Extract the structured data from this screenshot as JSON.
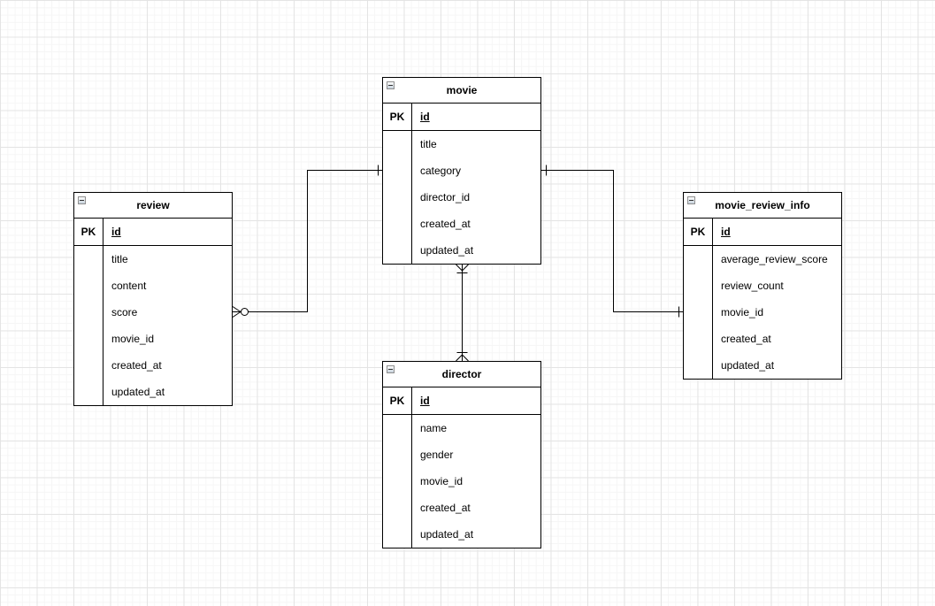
{
  "canvas": {
    "background": "#ffffff",
    "grid_minor_color": "#f6f6f6",
    "grid_major_color": "#e4e4e4",
    "stroke_color": "#000000",
    "entity_fill": "#ffffff"
  },
  "icons": {
    "collapse": "minus-box"
  },
  "tables": [
    {
      "name": "movie",
      "pk_label": "PK",
      "pk_field": "id",
      "fields": [
        "title",
        "category",
        "director_id",
        "created_at",
        "updated_at"
      ]
    },
    {
      "name": "review",
      "pk_label": "PK",
      "pk_field": "id",
      "fields": [
        "title",
        "content",
        "score",
        "movie_id",
        "created_at",
        "updated_at"
      ]
    },
    {
      "name": "movie_review_info",
      "pk_label": "PK",
      "pk_field": "id",
      "fields": [
        "average_review_score",
        "review_count",
        "movie_id",
        "created_at",
        "updated_at"
      ]
    },
    {
      "name": "director",
      "pk_label": "PK",
      "pk_field": "id",
      "fields": [
        "name",
        "gender",
        "movie_id",
        "created_at",
        "updated_at"
      ]
    }
  ],
  "relationships": [
    {
      "from": "review",
      "to": "movie",
      "from_marker": "zero-or-many",
      "to_marker": "one"
    },
    {
      "from": "movie",
      "to": "movie_review_info",
      "from_marker": "one",
      "to_marker": "one"
    },
    {
      "from": "movie",
      "to": "director",
      "from_marker": "one-or-many",
      "to_marker": "one-or-many"
    }
  ]
}
